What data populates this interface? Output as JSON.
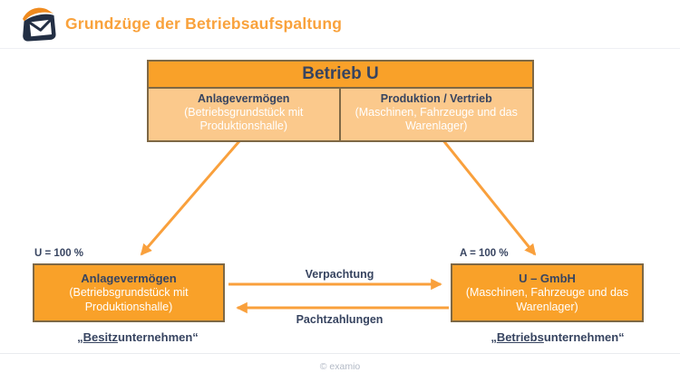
{
  "colors": {
    "accent_orange": "#f9a129",
    "light_orange_fill": "#fbc98c",
    "navy_text": "#374460",
    "box_border_brown": "#7e6845",
    "white_text": "#ffffff",
    "footer_gray": "#b3bac6"
  },
  "header": {
    "title": "Grundzüge der Betriebsaufspaltung",
    "logo": "examio-logo"
  },
  "diagram": {
    "top_box": {
      "title": "Betrieb U",
      "left_cell": {
        "title": "Anlagevermögen",
        "subtitle": "(Betriebsgrundstück mit Produktionshalle)"
      },
      "right_cell": {
        "title": "Produktion / Vertrieb",
        "subtitle": "(Maschinen, Fahrzeuge und das Warenlager)"
      }
    },
    "left_entity": {
      "ownership_label": "U = 100 %",
      "title": "Anlagevermögen",
      "subtitle": "(Betriebsgrundstück mit Produktionshalle)",
      "caption": {
        "open_quote": "„",
        "underlined": "Besitz",
        "rest": "unternehmen“"
      }
    },
    "right_entity": {
      "ownership_label": "A = 100 %",
      "title": "U – GmbH",
      "subtitle": "(Maschinen, Fahrzeuge und das Warenlager)",
      "caption": {
        "open_quote": "„",
        "underlined": "Betriebs",
        "rest": "unternehmen“"
      }
    },
    "relations": {
      "lease_label": "Verpachtung",
      "payment_label": "Pachtzahlungen"
    }
  },
  "footer": {
    "copyright": "© examio"
  }
}
